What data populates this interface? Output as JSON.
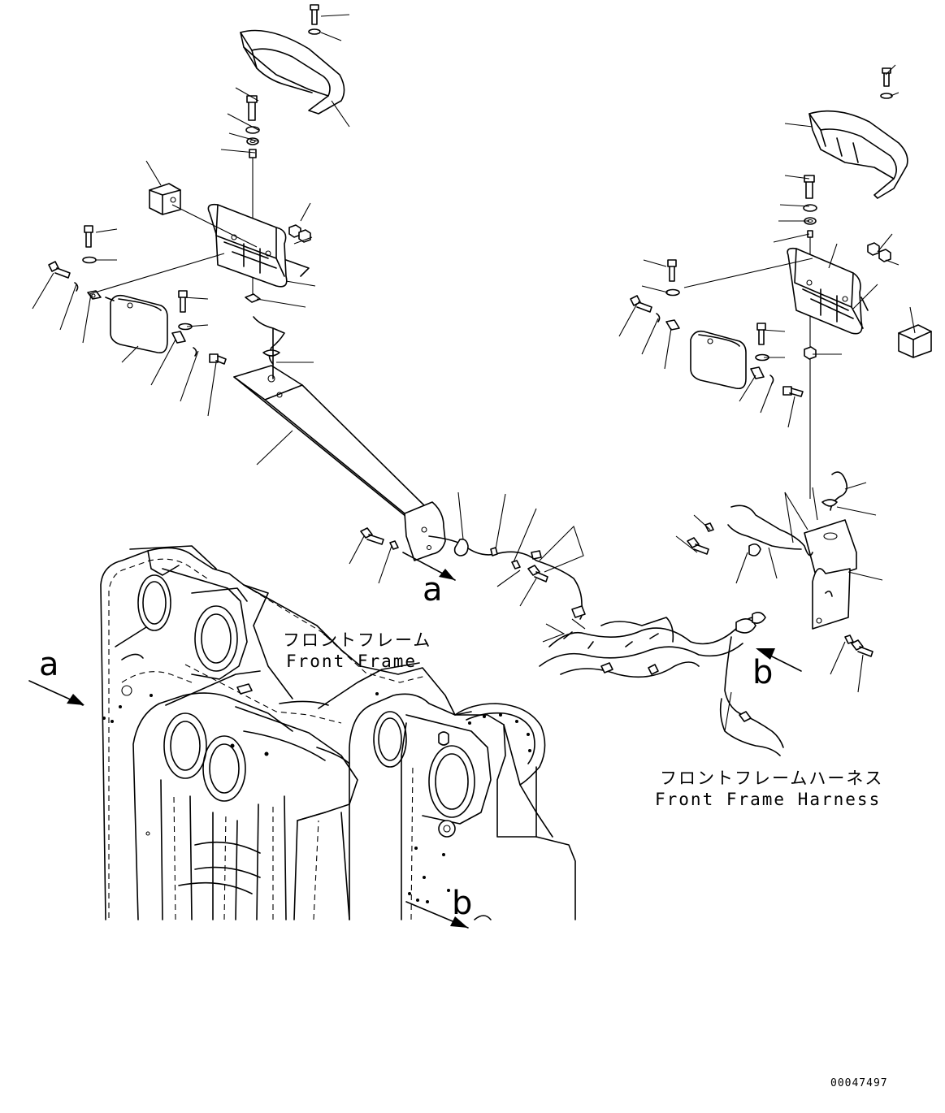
{
  "labels": {
    "front_frame_jp": "フロントフレーム",
    "front_frame_en": "Front Frame",
    "harness_jp": "フロントフレームハーネス",
    "harness_en": "Front Frame Harness"
  },
  "view_markers": {
    "a": "a",
    "b": "b"
  },
  "document_number": "00047497"
}
